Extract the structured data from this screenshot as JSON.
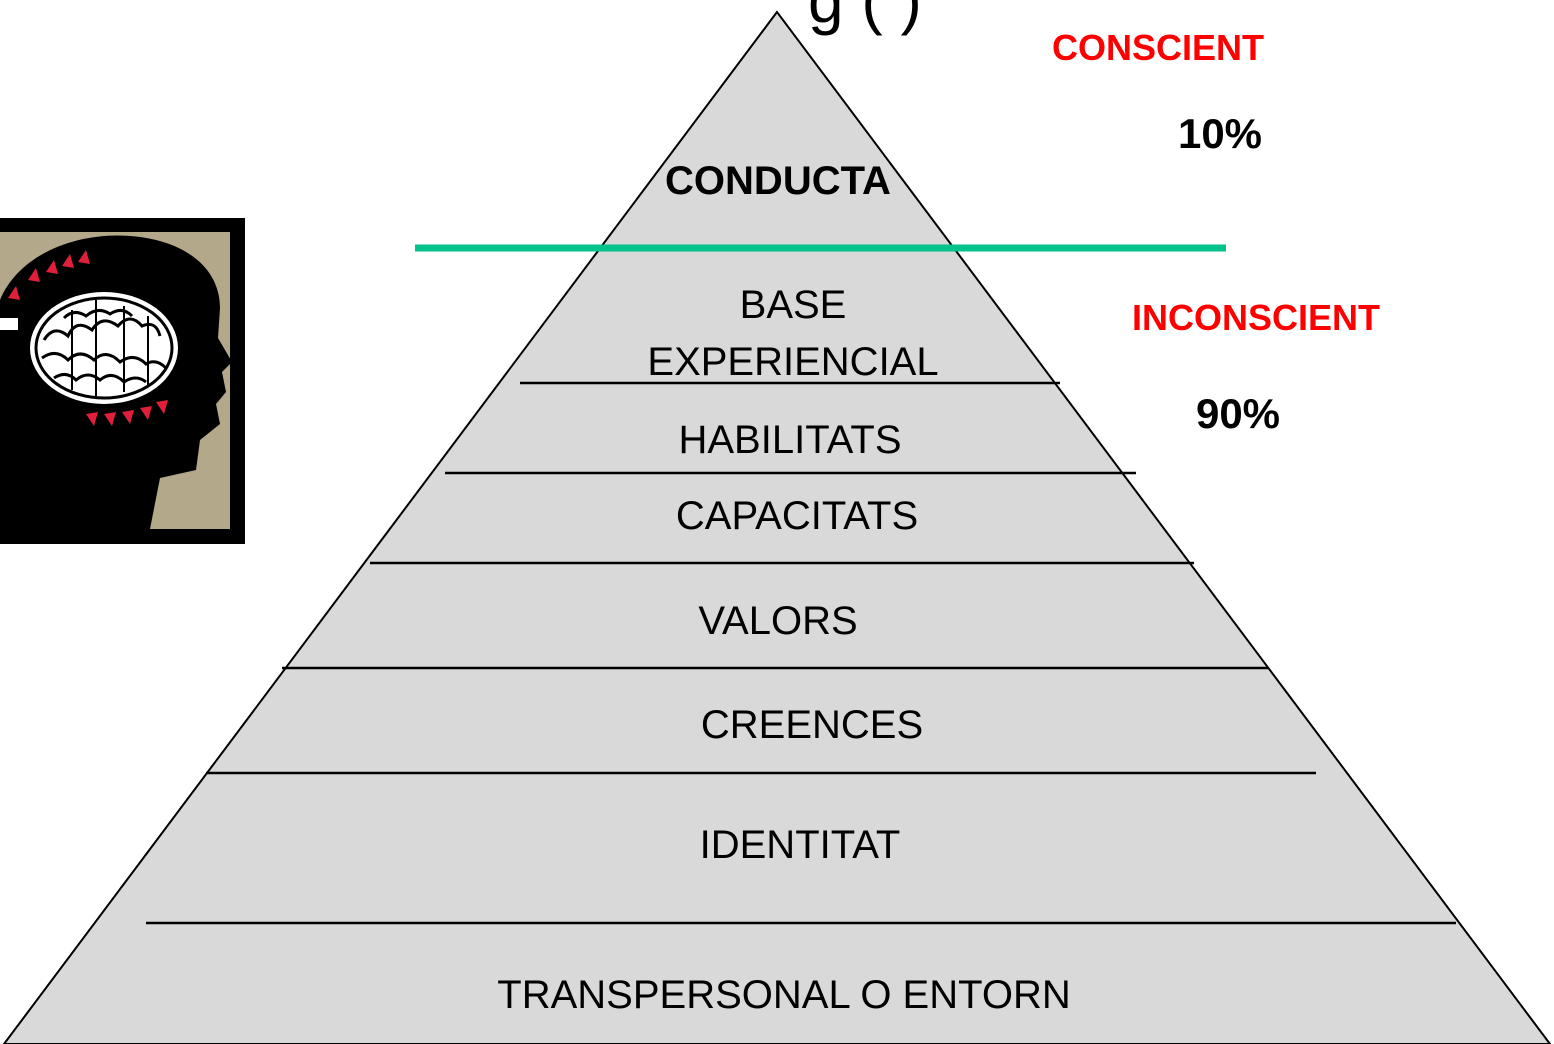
{
  "title_fragment": "g   ( )",
  "pyramid": {
    "levels": [
      {
        "label": "CONDUCTA"
      },
      {
        "label_line1": "BASE",
        "label_line2": "EXPERIENCIAL"
      },
      {
        "label": "HABILITATS"
      },
      {
        "label": "CAPACITATS"
      },
      {
        "label": "VALORS"
      },
      {
        "label": "CREENCES"
      },
      {
        "label": "IDENTITAT"
      },
      {
        "label": "TRANSPERSONAL O ENTORN"
      }
    ]
  },
  "conscious": {
    "label": "CONSCIENT",
    "percent": "10%"
  },
  "unconscious": {
    "label": "INCONSCIENT",
    "percent": "90%"
  },
  "colors": {
    "pyramid_fill": "#d9d9d9",
    "outline": "#000000",
    "divider": "#00c08b",
    "label_red": "#ff0000",
    "image_frame": "#000000",
    "image_background": "#b3a889",
    "marks_red": "#e0203a"
  },
  "icons": {
    "illustration": "head-with-brain-icon"
  }
}
